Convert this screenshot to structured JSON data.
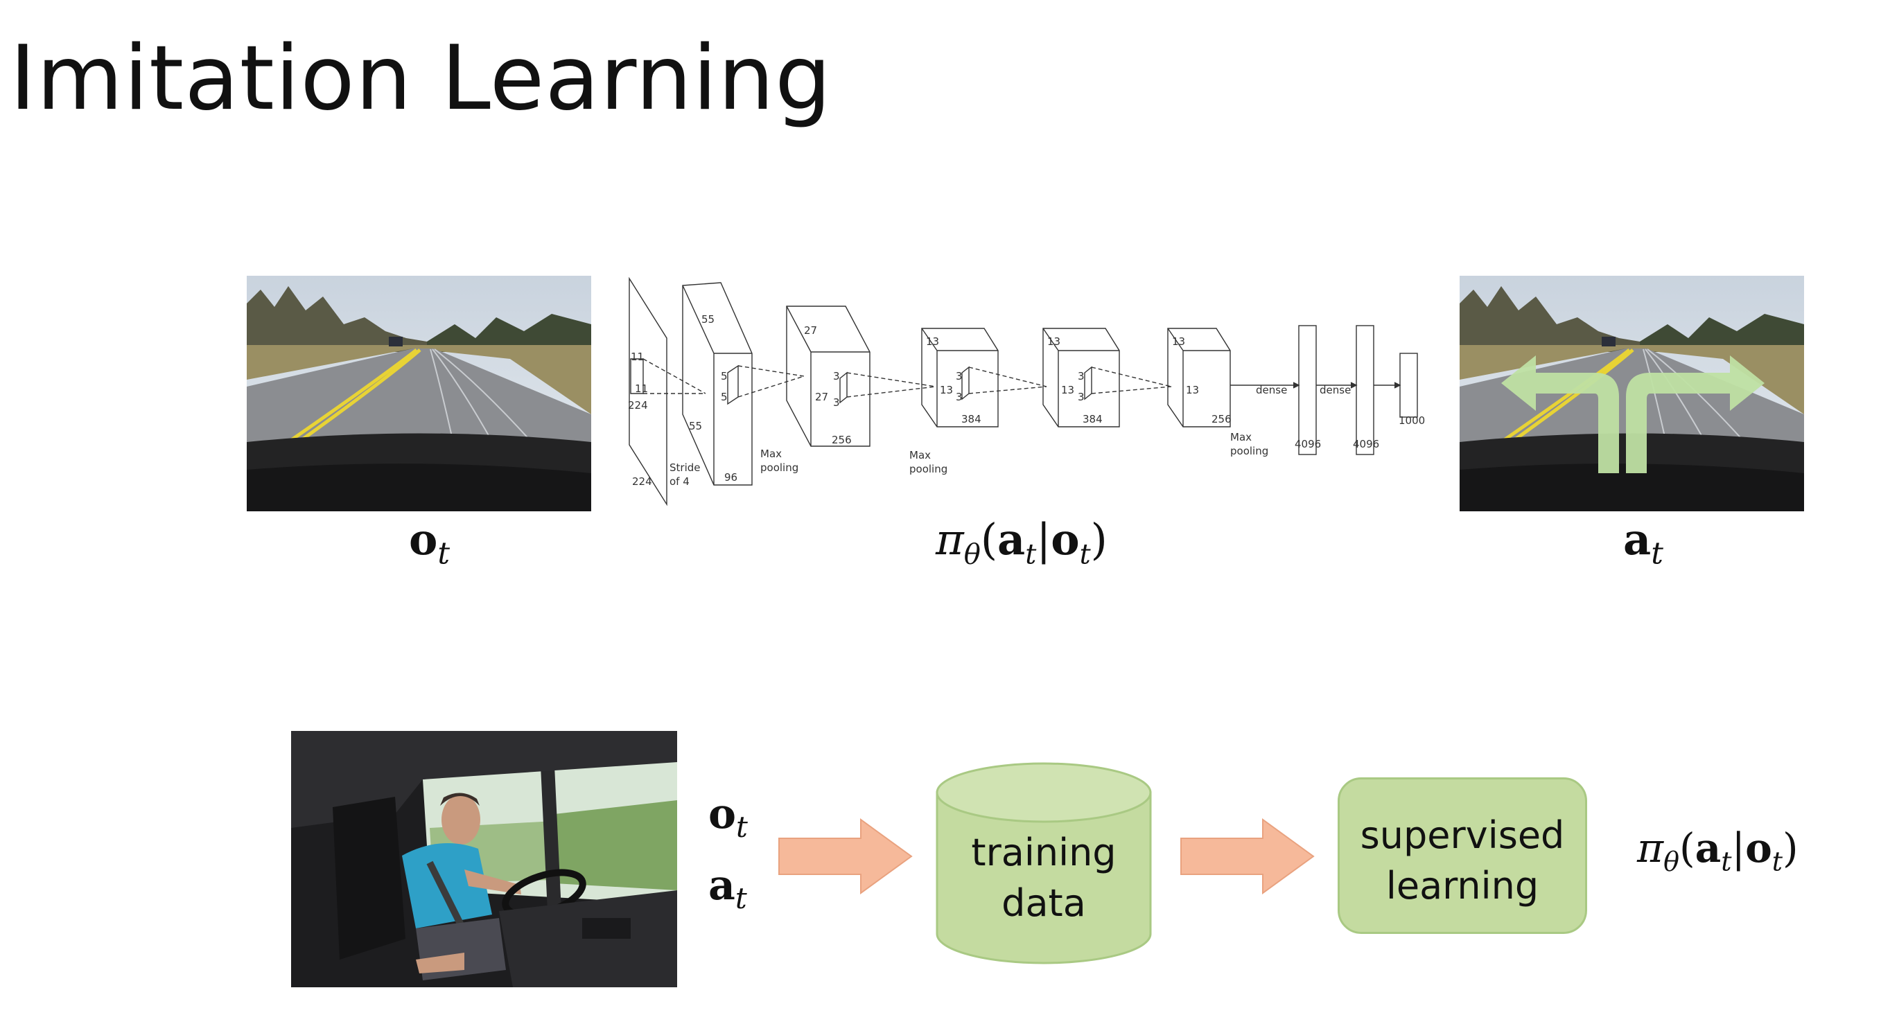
{
  "slide": {
    "title": "Imitation Learning"
  },
  "top_row": {
    "observation_label": {
      "bold": "o",
      "sub": "t"
    },
    "policy_label": {
      "pi": "π",
      "theta": "θ",
      "a": "a",
      "t": "t",
      "bar": "|",
      "o": "o",
      "open": "(",
      "close": ")"
    },
    "action_label": {
      "bold": "a",
      "sub": "t"
    },
    "cnn": {
      "layers": [
        {
          "dims": [
            "224",
            "224"
          ],
          "inner": [
            "11",
            "11"
          ]
        },
        {
          "dims": [
            "55",
            "55"
          ],
          "depth": "96",
          "inner": [
            "5",
            "5"
          ],
          "caption": "Stride of 4"
        },
        {
          "dims": [
            "27",
            "27"
          ],
          "depth": "256",
          "inner": [
            "3",
            "3"
          ],
          "caption": "Max pooling"
        },
        {
          "dims": [
            "13",
            "13"
          ],
          "depth": "384",
          "inner": [
            "3",
            "3"
          ],
          "caption": "Max pooling"
        },
        {
          "dims": [
            "13",
            "13"
          ],
          "depth": "384",
          "inner": [
            "3",
            "3"
          ]
        },
        {
          "dims": [
            "13",
            "13"
          ],
          "depth": "256",
          "caption": "Max pooling"
        }
      ],
      "dense": [
        {
          "label": "dense",
          "size": "4096"
        },
        {
          "label": "dense",
          "size": "4096"
        },
        {
          "size": "1000"
        }
      ]
    }
  },
  "bottom_row": {
    "inputs": [
      {
        "bold": "o",
        "sub": "t"
      },
      {
        "bold": "a",
        "sub": "t"
      }
    ],
    "training_data_label": "training\ndata",
    "supervised_label": "supervised\nlearning",
    "output_label": {
      "pi": "π",
      "theta": "θ",
      "a": "a",
      "t": "t",
      "o": "o"
    }
  },
  "colors": {
    "arrow_fill": "#f6b99a",
    "arrow_stroke": "#e9a27f",
    "box_fill": "#c4dba0",
    "box_stroke": "#a9c983",
    "steer_arrow": "#bfe0a3"
  }
}
